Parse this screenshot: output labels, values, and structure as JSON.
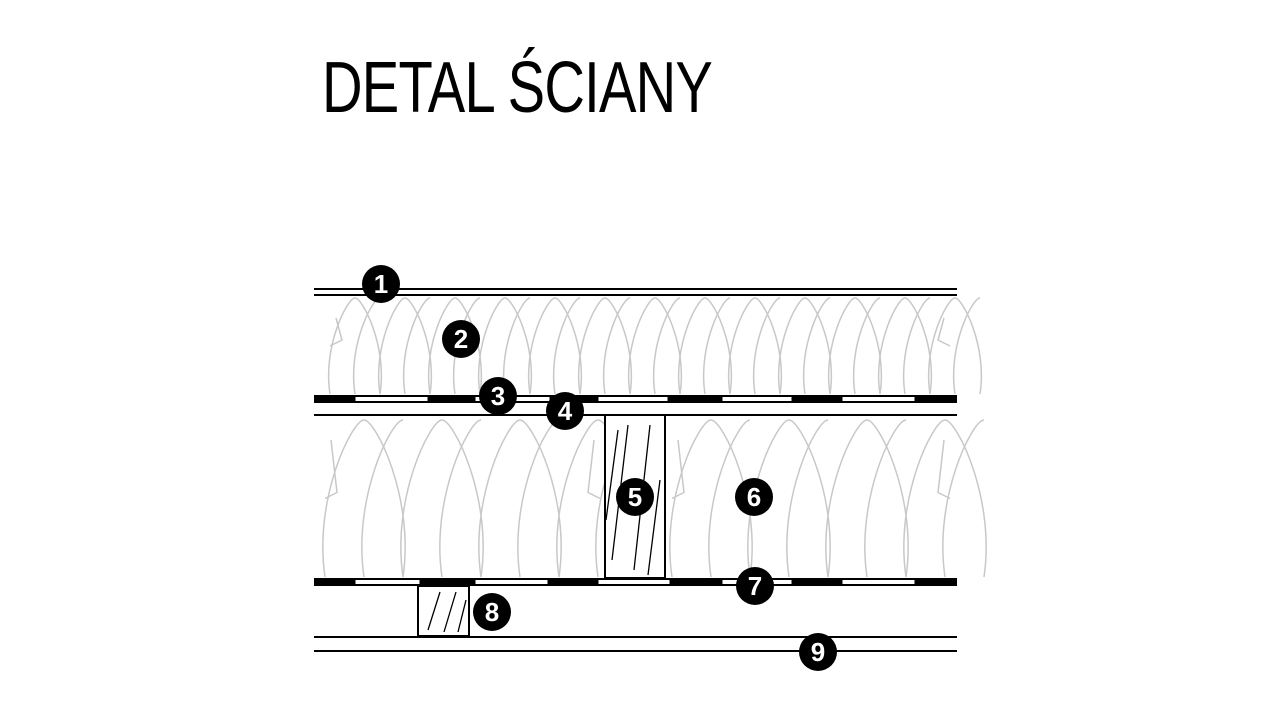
{
  "title": "DETAL ŚCIANY",
  "callouts": [
    "1",
    "2",
    "3",
    "4",
    "5",
    "6",
    "7",
    "8",
    "9"
  ],
  "colors": {
    "line": "#000000",
    "insulation": "#c8c8c8",
    "background": "#ffffff"
  }
}
